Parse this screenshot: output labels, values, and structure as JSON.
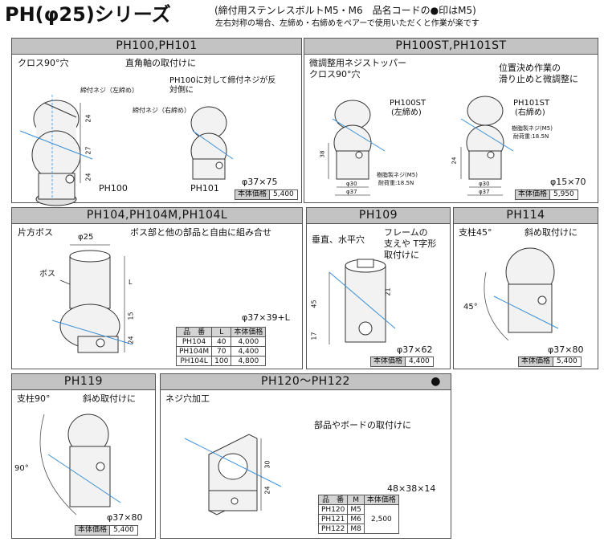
{
  "header": {
    "title": "PH(φ25)シリーズ",
    "note1": "(締付用ステンレスボルトM5・M6　品名コードの●印はM5)",
    "note2": "左右対称の場合、左締め・右締めをペアーで使用いただくと作業が楽です"
  },
  "ph100": {
    "title": "PH100,PH101",
    "desc1": "クロス90°穴",
    "desc2": "直角軸の取付けに",
    "lbl_left_screw": "締付ネジ（左締め）",
    "lbl_right_screw": "締付ネジ（右締め）",
    "note": "PH100に対して締付ネジが反対側に",
    "dim_a": "24",
    "dim_b": "27",
    "dim_c": "24",
    "name1": "PH100",
    "name2": "PH101",
    "size": "φ37×75",
    "price_label": "本体価格",
    "price": "5,400"
  },
  "ph100st": {
    "title": "PH100ST,PH101ST",
    "desc1": "微調整用ネジストッパー",
    "desc2": "クロス90°穴",
    "desc3": "位置決め作業の",
    "desc4": "滑り止めと微調整に",
    "name1": "PH100ST",
    "sub1": "(左締め)",
    "name2": "PH101ST",
    "sub2": "(右締め)",
    "resin1": "樹脂製ネジ(M5)",
    "torque1": "耐荷重:18.5N",
    "resin2": "樹脂製ネジ(M5)",
    "torque2": "耐荷重:18.5N",
    "dim_30": "φ30",
    "dim_37": "φ37",
    "dim_38": "38",
    "dim_24": "24",
    "size": "φ15×70",
    "price_label": "本体価格",
    "price": "5,950"
  },
  "ph104": {
    "title": "PH104,PH104M,PH104L",
    "desc1": "片方ボス",
    "desc2": "ボス部と他の部品と自由に組み合せ",
    "dia": "φ25",
    "boss": "ボス",
    "dim_l": "L",
    "dim_15": "15",
    "dim_24": "24",
    "size": "φ37×39+L",
    "table": {
      "headers": [
        "品　番",
        "L",
        "本体価格"
      ],
      "rows": [
        [
          "PH104",
          "40",
          "4,000"
        ],
        [
          "PH104M",
          "70",
          "4,400"
        ],
        [
          "PH104L",
          "100",
          "4,800"
        ]
      ]
    }
  },
  "ph109": {
    "title": "PH109",
    "desc1": "垂直、水平穴",
    "desc2": "フレームの",
    "desc3": "支えや T字形",
    "desc4": "取付けに",
    "dim_45": "45",
    "dim_21": "21",
    "dim_17": "17",
    "size": "φ37×62",
    "price_label": "本体価格",
    "price": "4,400"
  },
  "ph114": {
    "title": "PH114",
    "desc1": "支柱45°",
    "desc2": "斜め取付けに",
    "angle": "45°",
    "size": "φ37×80",
    "price_label": "本体価格",
    "price": "5,400"
  },
  "ph119": {
    "title": "PH119",
    "desc1": "支柱90°",
    "desc2": "斜め取付けに",
    "angle": "90°",
    "size": "φ37×80",
    "price_label": "本体価格",
    "price": "5,400"
  },
  "ph120": {
    "title": "PH120〜PH122",
    "bullet": "●",
    "desc1": "ネジ穴加工",
    "desc2": "部品やボードの取付けに",
    "dim_30": "30",
    "dim_24": "24",
    "size": "48×38×14",
    "table": {
      "headers": [
        "品　番",
        "M",
        "本体価格"
      ],
      "rows": [
        [
          "PH120",
          "M5"
        ],
        [
          "PH121",
          "M6"
        ],
        [
          "PH122",
          "M8"
        ]
      ],
      "price": "2,500"
    }
  },
  "colors": {
    "header_bg": "#c3c3c3",
    "dim_blue": "#3a8fd8",
    "border": "#555555"
  }
}
